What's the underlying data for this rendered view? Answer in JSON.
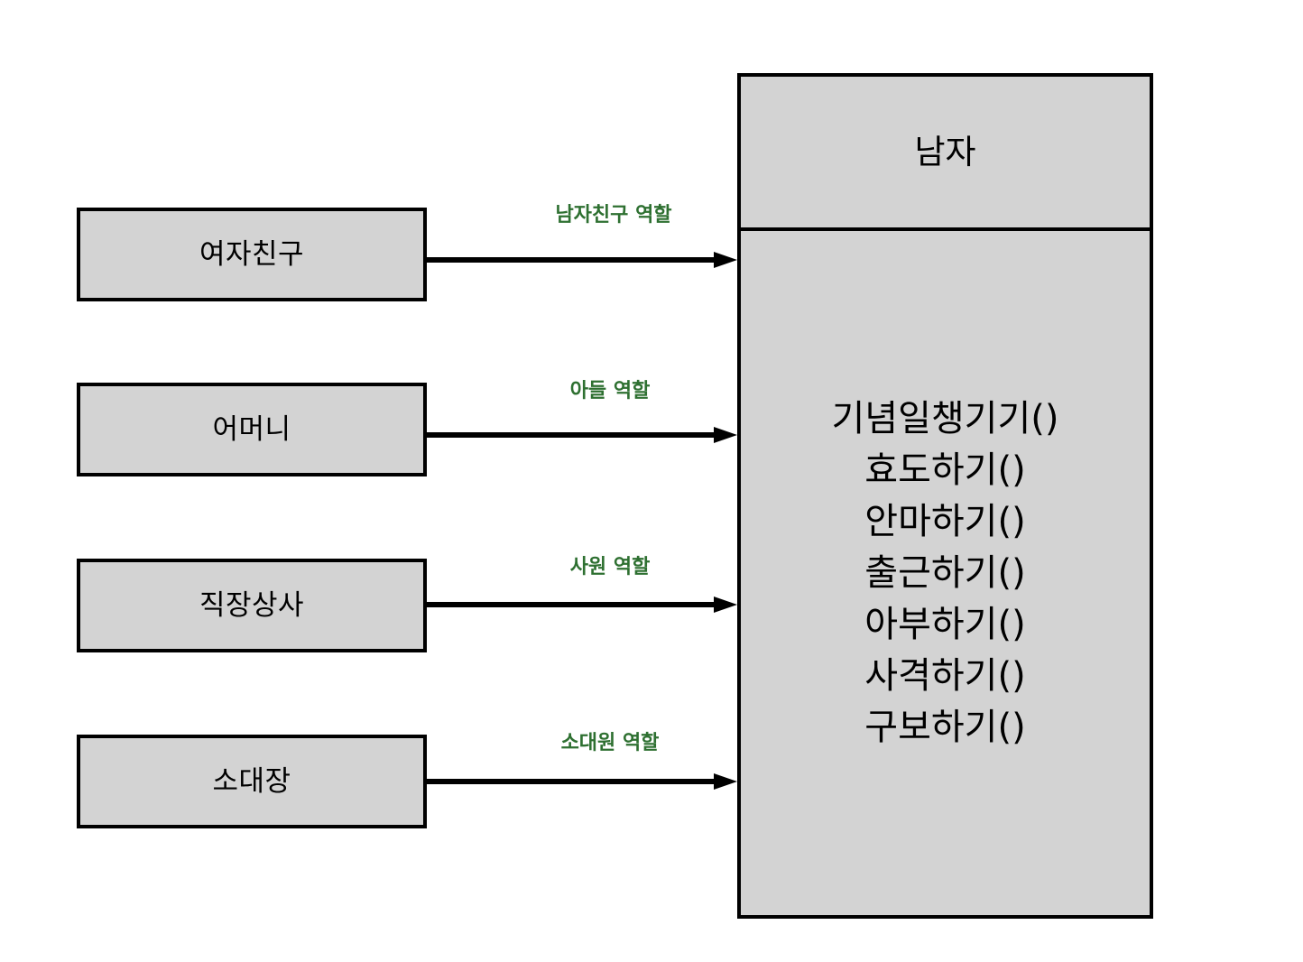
{
  "diagram": {
    "type": "uml-class-role-diagram",
    "background_color": "#ffffff",
    "box_fill_color": "#d3d3d3",
    "box_border_color": "#000000",
    "label_color": "#2e7031"
  },
  "main_class": {
    "name": "남자",
    "methods": [
      "기념일챙기기()",
      "효도하기()",
      "안마하기()",
      "출근하기()",
      "아부하기()",
      "사격하기()",
      "구보하기()"
    ]
  },
  "actors": [
    {
      "name": "여자친구",
      "role_label": "남자친구 역할"
    },
    {
      "name": "어머니",
      "role_label": "아들 역할"
    },
    {
      "name": "직장상사",
      "role_label": "사원 역할"
    },
    {
      "name": "소대장",
      "role_label": "소대원 역할"
    }
  ]
}
